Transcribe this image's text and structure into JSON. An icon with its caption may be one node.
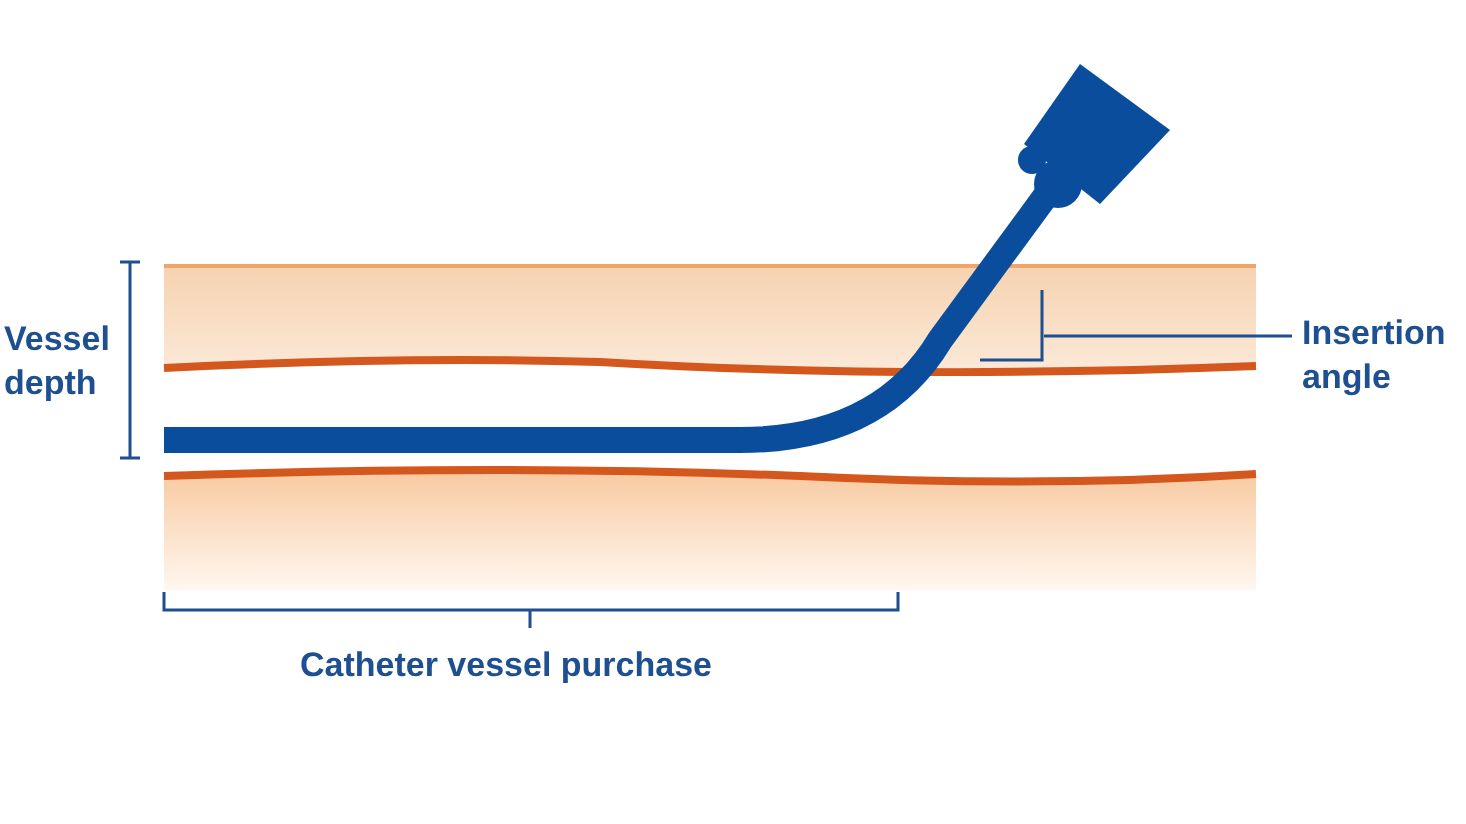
{
  "diagram": {
    "nodes": [
      {
        "text": [
          "Insertion angle"
        ]
      },
      {
        "text": [],
        "shape": "picture"
      }
    ],
    "edges": [
      {
        "from": 0,
        "to": 1,
        "arrow": "none"
      }
    ],
    "labels": [
      "Vessel depth",
      "Catheter vessel purchase"
    ]
  }
}
